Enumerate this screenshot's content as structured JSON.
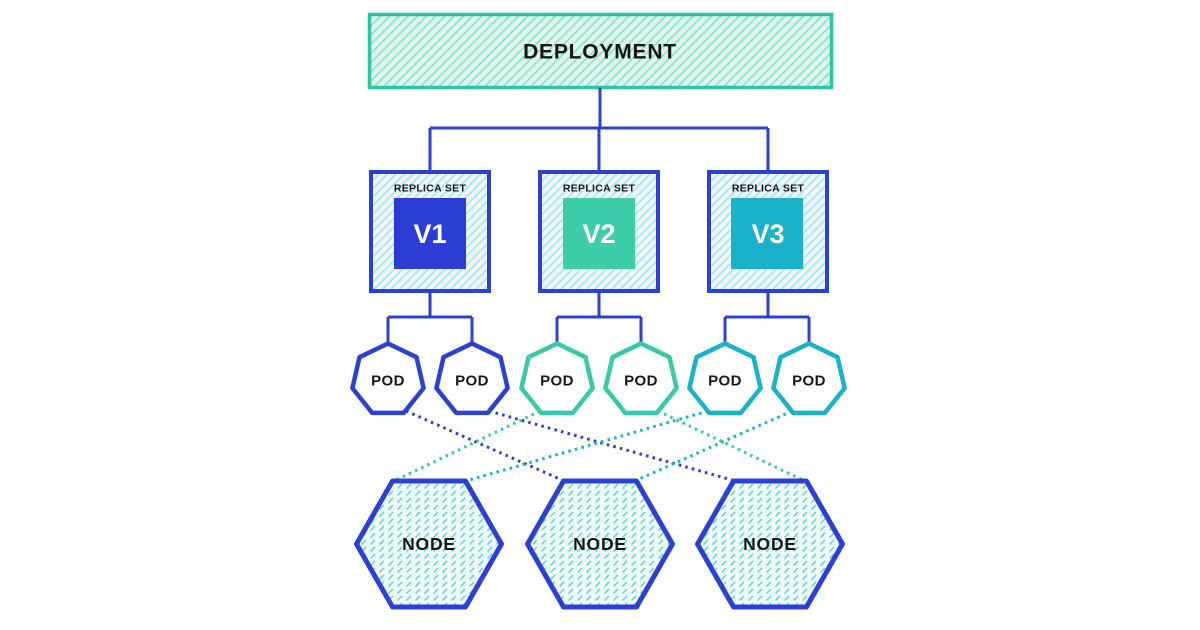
{
  "colors": {
    "blue": "#2c40d4",
    "green": "#38c9a6",
    "cyan": "#18b3cb",
    "deployment_border": "#2cc5a4"
  },
  "deployment": {
    "label": "DEPLOYMENT"
  },
  "replica_sets": [
    {
      "label": "REPLICA SET",
      "version": "V1",
      "color": "#2c3dd6"
    },
    {
      "label": "REPLICA SET",
      "version": "V2",
      "color": "#3ecda9"
    },
    {
      "label": "REPLICA SET",
      "version": "V3",
      "color": "#19b2ca"
    }
  ],
  "pods": [
    {
      "label": "POD",
      "replica_set": "V1",
      "color": "#2c40d4",
      "scheduled_node": "NODE 2"
    },
    {
      "label": "POD",
      "replica_set": "V1",
      "color": "#2c40d4",
      "scheduled_node": "NODE 3"
    },
    {
      "label": "POD",
      "replica_set": "V2",
      "color": "#38c9a6",
      "scheduled_node": "NODE 1"
    },
    {
      "label": "POD",
      "replica_set": "V2",
      "color": "#38c9a6",
      "scheduled_node": "NODE 3"
    },
    {
      "label": "POD",
      "replica_set": "V3",
      "color": "#18b3cb",
      "scheduled_node": "NODE 1"
    },
    {
      "label": "POD",
      "replica_set": "V3",
      "color": "#18b3cb",
      "scheduled_node": "NODE 2"
    }
  ],
  "nodes": [
    {
      "label": "NODE"
    },
    {
      "label": "NODE"
    },
    {
      "label": "NODE"
    }
  ]
}
